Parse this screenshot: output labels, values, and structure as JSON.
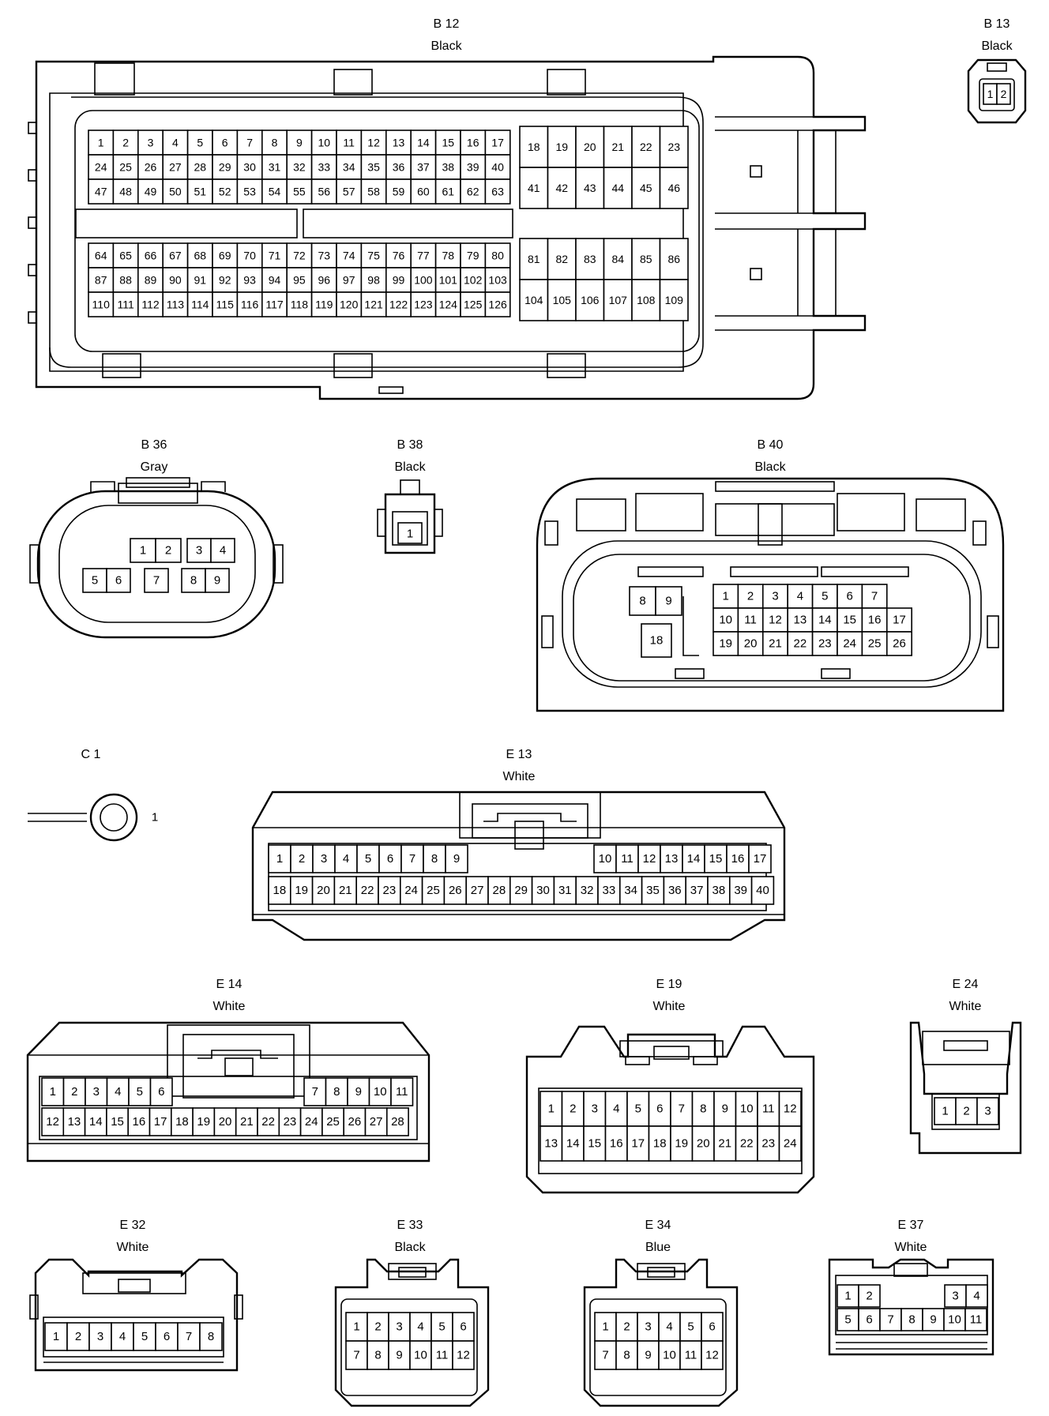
{
  "connectors": [
    {
      "id": "B 12",
      "color": "Black",
      "pins": 126
    },
    {
      "id": "B 13",
      "color": "Black",
      "pins": [
        "1",
        "2"
      ]
    },
    {
      "id": "B 36",
      "color": "Gray",
      "pins": [
        "1",
        "2",
        "3",
        "4",
        "5",
        "6",
        "7",
        "8",
        "9"
      ]
    },
    {
      "id": "B 38",
      "color": "Black",
      "pins": [
        "1"
      ]
    },
    {
      "id": "B 40",
      "color": "Black",
      "pins": 26
    },
    {
      "id": "C 1",
      "color": "",
      "pins": [
        "1"
      ]
    },
    {
      "id": "E 13",
      "color": "White",
      "pins": 40
    },
    {
      "id": "E 14",
      "color": "White",
      "pins": 28
    },
    {
      "id": "E 19",
      "color": "White",
      "pins": 24
    },
    {
      "id": "E 24",
      "color": "White",
      "pins": [
        "1",
        "2",
        "3"
      ]
    },
    {
      "id": "E 32",
      "color": "White",
      "pins": [
        "1",
        "2",
        "3",
        "4",
        "5",
        "6",
        "7",
        "8"
      ]
    },
    {
      "id": "E 33",
      "color": "Black",
      "pins": 12
    },
    {
      "id": "E 34",
      "color": "Blue",
      "pins": 12
    },
    {
      "id": "E 37",
      "color": "White",
      "pins": 11
    }
  ]
}
